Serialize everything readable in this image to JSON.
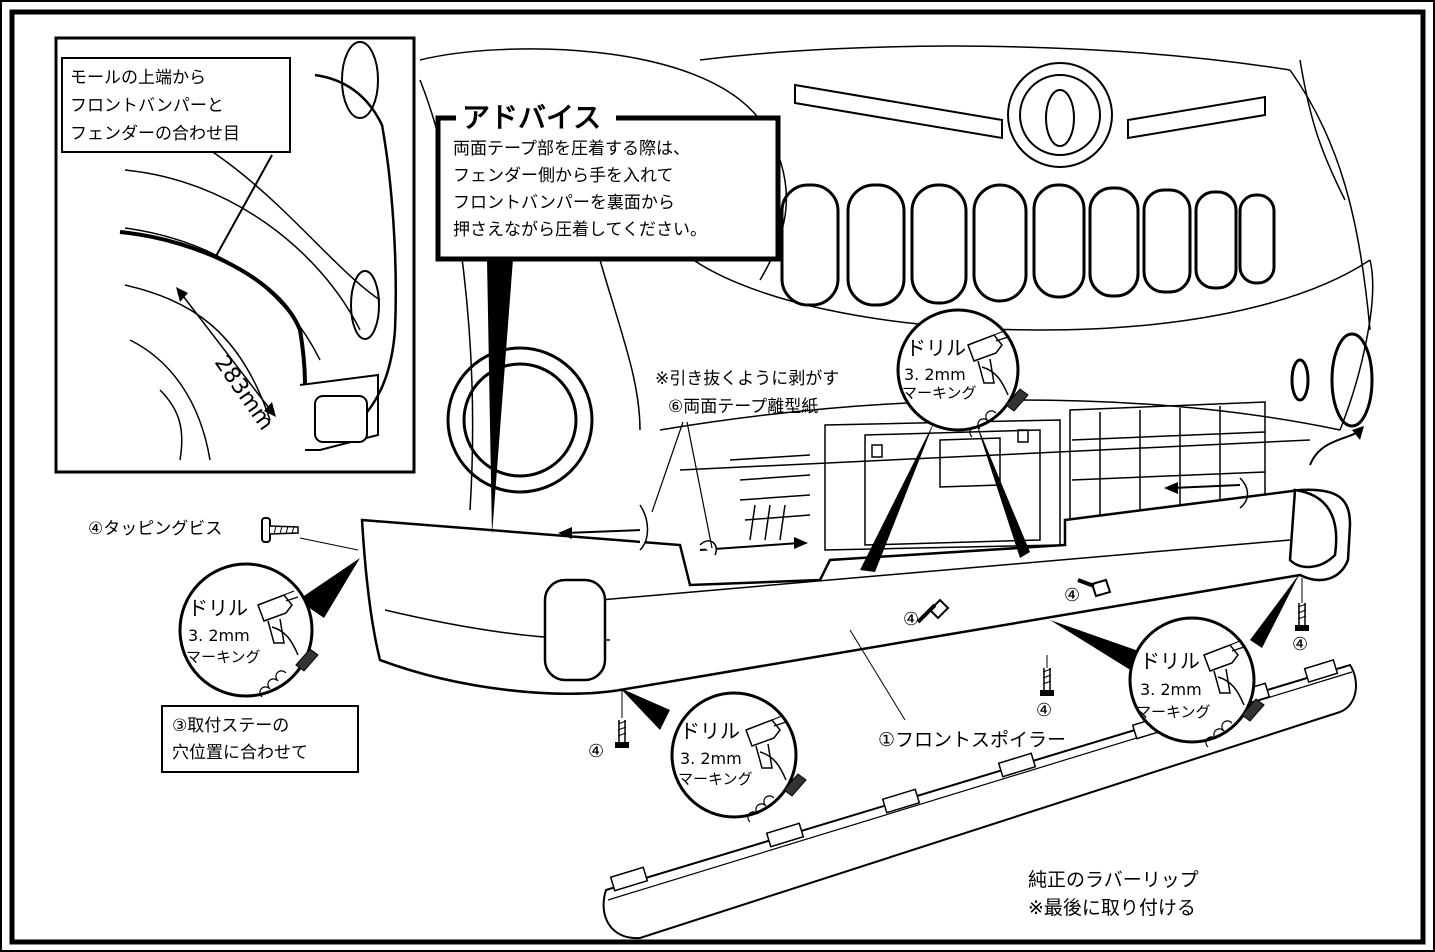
{
  "inset": {
    "caption_lines": [
      "モールの上端から",
      "フロントバンパーと",
      "フェンダーの合わせ目"
    ],
    "dimension": "283mm"
  },
  "advice": {
    "title": "アドバイス",
    "lines": [
      "両面テープ部を圧着する際は、",
      "フェンダー側から手を入れて",
      "フロントバンパーを裏面から",
      "押さえながら圧着してください。"
    ]
  },
  "tape_note": {
    "line1": "※引き抜くように剥がす",
    "line2": "⑥両面テープ離型紙"
  },
  "drill_badges": [
    {
      "title": "ドリル",
      "size": "3. 2mm",
      "marking": "マーキング"
    },
    {
      "title": "ドリル",
      "size": "3. 2mm",
      "marking": "マーキング"
    },
    {
      "title": "ドリル",
      "size": "3. 2mm",
      "marking": "マーキング"
    },
    {
      "title": "ドリル",
      "size": "3. 2mm",
      "marking": "マーキング"
    }
  ],
  "tapping_screw_label": "④タッピングビス",
  "screw_number": "④",
  "stay_note": {
    "line1": "③取付ステーの",
    "line2": "穴位置に合わせて"
  },
  "front_spoiler_label": "①フロントスポイラー",
  "rubber_lip": {
    "line1": "純正のラバーリップ",
    "line2": "※最後に取り付ける"
  }
}
